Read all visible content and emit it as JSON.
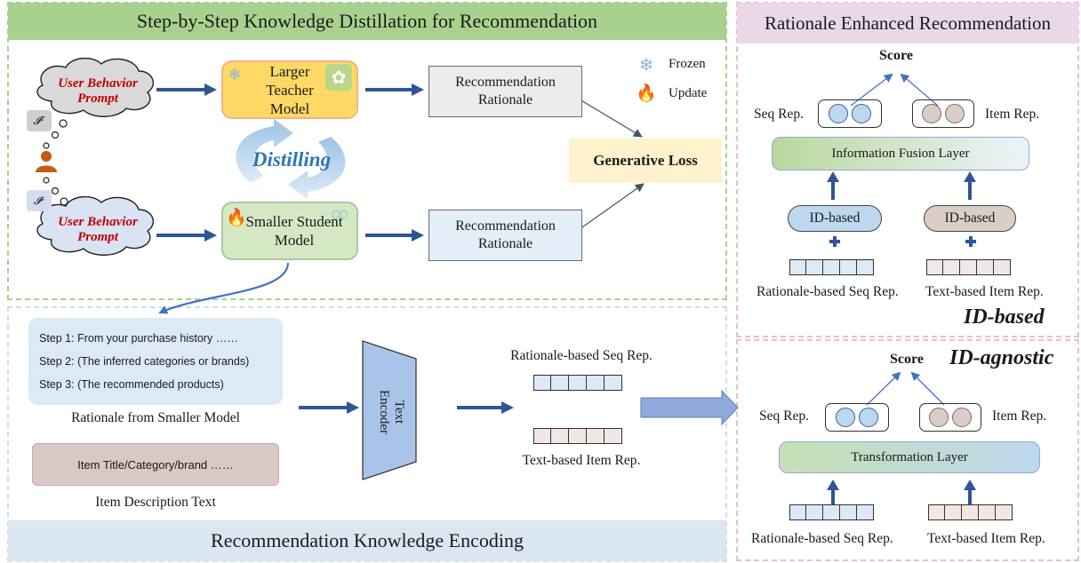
{
  "panels": {
    "distill_title": "Step-by-Step Knowledge Distillation for Recommendation",
    "encoding_title": "Recommendation Knowledge Encoding",
    "rec_title": "Rationale Enhanced Recommendation"
  },
  "distill": {
    "prompt_label": "User Behavior Prompt",
    "teacher_label": "Larger Teacher Model",
    "student_label": "Smaller Student Model",
    "distilling_label": "Distilling",
    "rationale_label": "Recommendation Rationale",
    "generative_loss": "Generative Loss",
    "teacher_prompt_symbol": "𝓘ᵀ",
    "student_prompt_symbol": "𝓘ˢ",
    "legend": {
      "frozen": "Frozen",
      "update": "Update"
    }
  },
  "encoding": {
    "steps": [
      "Step 1: From your purchase history ……",
      "Step 2: (The inferred categories or brands)",
      "Step 3: (The recommended products)"
    ],
    "rationale_caption": "Rationale from Smaller Model",
    "item_text": "Item Title/Category/brand ……",
    "item_caption": "Item Description Text",
    "encoder_label": "Text Encoder",
    "rationale_rep": "Rationale-based Seq Rep.",
    "text_rep": "Text-based Item Rep."
  },
  "id_based": {
    "score": "Score",
    "seq_rep": "Seq Rep.",
    "item_rep": "Item Rep.",
    "fusion": "Information Fusion Layer",
    "id_pill": "ID-based",
    "rationale_rep": "Rationale-based Seq Rep.",
    "text_rep": "Text-based Item Rep.",
    "tag": "ID-based"
  },
  "id_agnostic": {
    "score": "Score",
    "tag": "ID-agnostic",
    "seq_rep": "Seq Rep.",
    "item_rep": "Item Rep.",
    "layer": "Transformation Layer",
    "rationale_rep": "Rationale-based Seq Rep.",
    "text_rep": "Text-based Item Rep."
  },
  "colors": {
    "distill_header": "#a9d18e",
    "encoding_header": "#dae6f1",
    "rec_header": "#ead8e8",
    "teacher_fill": "#ffd966",
    "student_fill": "#d5e8c4",
    "loss_fill": "#fff2cc",
    "arrow": "#2f5597",
    "prompt_text": "#c00000"
  },
  "icons": [
    "snowflake-icon",
    "flame-icon",
    "openai-logo-icon",
    "meta-logo-icon",
    "user-icon",
    "plus-icon",
    "up-arrow-icon"
  ]
}
